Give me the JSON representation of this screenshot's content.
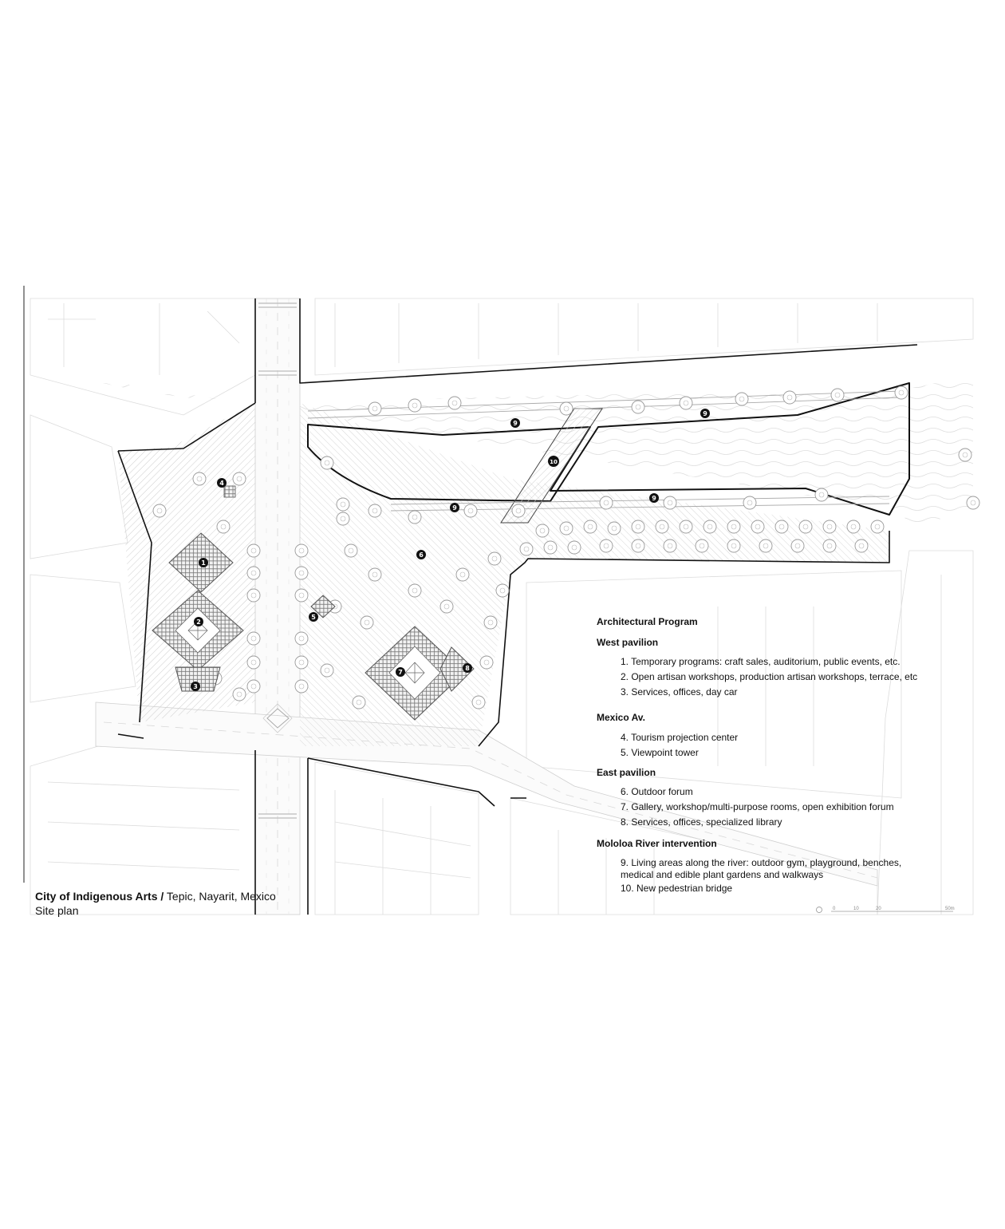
{
  "caption": {
    "title": "City of Indigenous Arts /",
    "location": " Tepic, Nayarit, Mexico",
    "subtitle": "Site plan"
  },
  "legend": {
    "heading": "Architectural Program",
    "groups": [
      {
        "name": "West pavilion",
        "items": [
          "1. Temporary programs: craft sales, auditorium, public events, etc.",
          "2. Open artisan workshops, production artisan workshops, terrace, etc",
          "3. Services, offices, day car"
        ]
      },
      {
        "name": "Mexico Av.",
        "items": [
          "4. Tourism projection center",
          "5. Viewpoint tower"
        ]
      },
      {
        "name": "East pavilion",
        "items": [
          "6. Outdoor forum",
          "7. Gallery, workshop/multi-purpose rooms, open exhibition forum",
          "8. Services, offices, specialized library"
        ]
      },
      {
        "name": "Mololoa River intervention",
        "items": [
          "9. Living areas along the river: outdoor gym, playground, benches, medical and edible plant gardens and walkways",
          "10. New pedestrian bridge"
        ]
      }
    ]
  },
  "markers": [
    "1",
    "2",
    "3",
    "4",
    "5",
    "6",
    "7",
    "8",
    "9",
    "9",
    "9",
    "9",
    "10"
  ],
  "scale_bar": [
    "0",
    "10",
    "20",
    "50m"
  ]
}
